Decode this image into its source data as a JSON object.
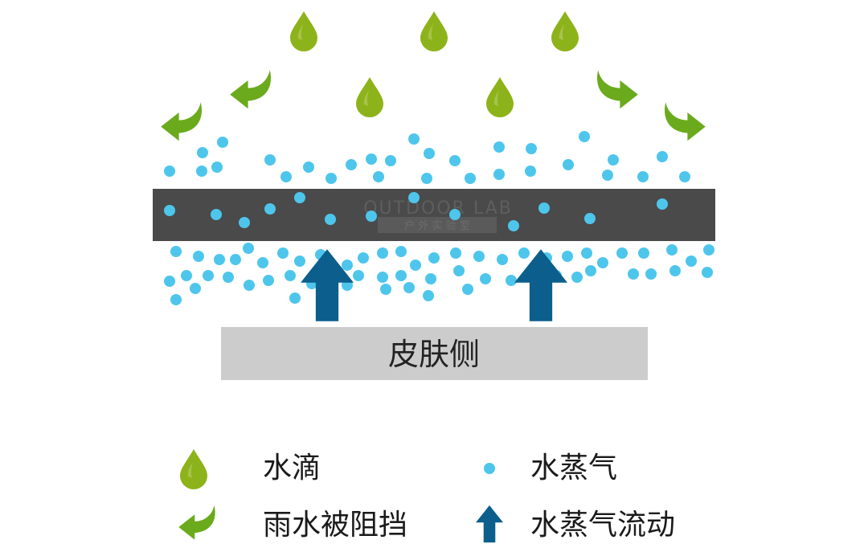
{
  "colors": {
    "drop": "#8db31a",
    "drop_highlight": "#b3cf4f",
    "deflect_arrow": "#6aaa1c",
    "vapor": "#4ec6ec",
    "vapor_arrow": "#0c5f8c",
    "membrane": "#4a4a4a",
    "skin": "#cccccc"
  },
  "watermark": {
    "text": "OUTDOOR LAB",
    "sub": "户 外 实 验 室"
  },
  "skin_label": "皮肤侧",
  "legend": {
    "drop": {
      "icon": "water-drop-icon",
      "label": "水滴"
    },
    "vapor": {
      "icon": "vapor-dot-icon",
      "label": "水蒸气"
    },
    "blocked": {
      "icon": "curved-arrow-icon",
      "label": "雨水被阻挡"
    },
    "flow": {
      "icon": "up-arrow-icon",
      "label": "水蒸气流动"
    }
  }
}
